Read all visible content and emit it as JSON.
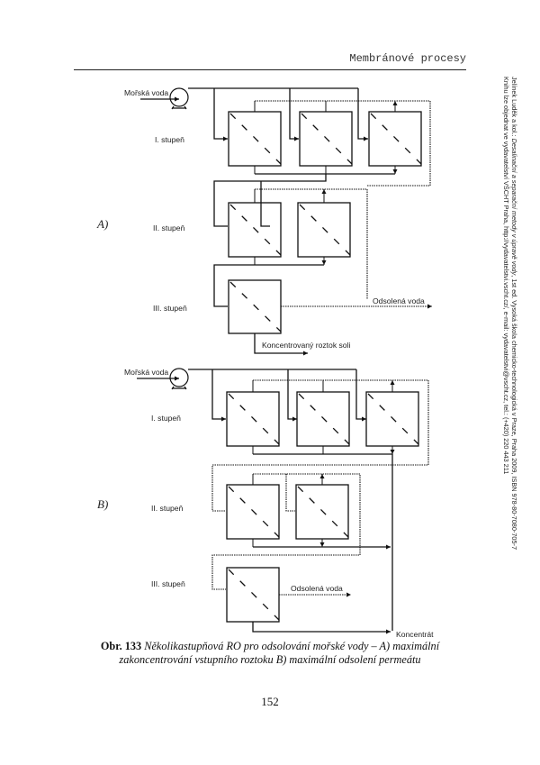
{
  "header": {
    "running_head": "Membránové procesy"
  },
  "side_note": {
    "line1_prefix": "Jelínek Luděk a kol.: ",
    "line1_title": "Desalinační a separační metody v úpravě vody",
    "line1_suffix": ", 1st ed. Vysoká škola chemicko-technologická v Praze, Praha 2009, ISBN 978-80-7080-705-7",
    "line2": "Knihu lze objednat ve vydavatelství VŠCHT Praha, http://vydavatelstvi.vscht.cz/, e-mail: vydavatelstvi@vscht.cz, tel.: (+420) 220 443 211"
  },
  "figure": {
    "part_a": {
      "label": "A)",
      "feed_label": "Mořská voda",
      "stage_labels": [
        "I. stupeň",
        "II. stupeň",
        "III. stupeň"
      ],
      "permeate_label": "Odsolená voda",
      "concentrate_label": "Koncentrovaný roztok soli",
      "modules_per_stage": [
        3,
        2,
        1
      ]
    },
    "part_b": {
      "label": "B)",
      "feed_label": "Mořská voda",
      "stage_labels": [
        "I. stupeň",
        "II. stupeň",
        "III. stupeň"
      ],
      "permeate_label": "Odsolená voda",
      "concentrate_label": "Koncentrát",
      "modules_per_stage": [
        3,
        2,
        1
      ]
    },
    "caption": {
      "prefix": "Obr. 133",
      "text": " Několikastupňová RO pro odsolování mořské vody – A) maximální zakoncentrování vstupního roztoku B) maximální odsolení permeátu"
    }
  },
  "page": {
    "number": "152"
  }
}
